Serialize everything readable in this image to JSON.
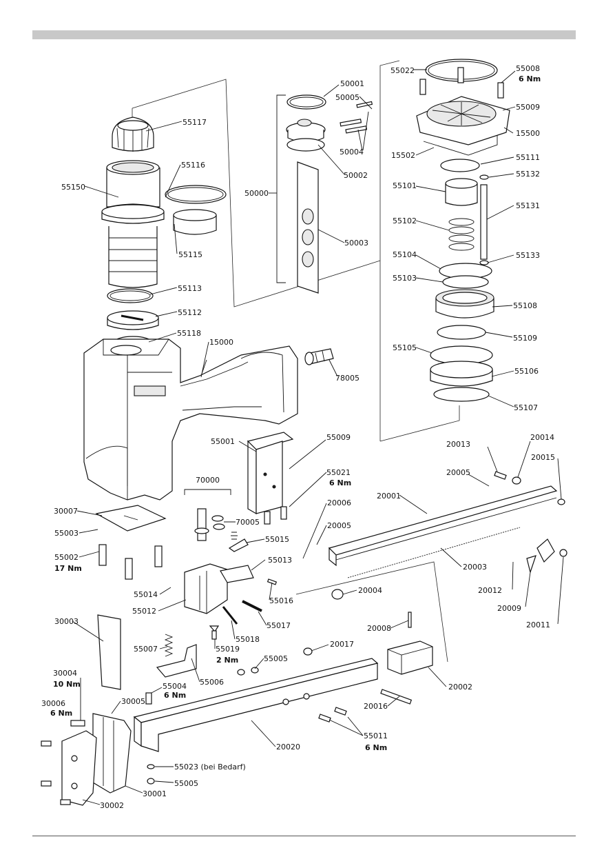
{
  "labels": {
    "p55117": "55117",
    "p55116": "55116",
    "p55150": "55150",
    "p55115": "55115",
    "p55113": "55113",
    "p55112": "55112",
    "p55118": "55118",
    "p15000": "15000",
    "p50001": "50001",
    "p50005": "50005",
    "p50004": "50004",
    "p50002": "50002",
    "p50000": "50000",
    "p50003": "50003",
    "p55022": "55022",
    "p55008": "55008",
    "t55008": "6 Nm",
    "p55009a": "55009",
    "p15500": "15500",
    "p15502": "15502",
    "p55111": "55111",
    "p55132": "55132",
    "p55101": "55101",
    "p55131": "55131",
    "p55102": "55102",
    "p55104": "55104",
    "p55133": "55133",
    "p55103": "55103",
    "p55108": "55108",
    "p55109": "55109",
    "p55105": "55105",
    "p55106": "55106",
    "p55107": "55107",
    "p78005": "78005",
    "p55001": "55001",
    "p55009b": "55009",
    "p55021": "55021",
    "t55021": "6 Nm",
    "p70000": "70000",
    "p70005": "70005",
    "p55015": "55015",
    "p55013": "55013",
    "p55014": "55014",
    "p55016": "55016",
    "p55012": "55012",
    "p55017": "55017",
    "p55018": "55018",
    "p55019": "55019",
    "t55019": "2 Nm",
    "p55007": "55007",
    "p55006": "55006",
    "p55005a": "55005",
    "p55004": "55004",
    "t55004": "6 Nm",
    "p30007": "30007",
    "p55003": "55003",
    "p55002": "55002",
    "t55002": "17 Nm",
    "p30003": "30003",
    "p30004": "30004",
    "t30004": "10 Nm",
    "p30006": "30006",
    "t30006": "6 Nm",
    "p30005": "30005",
    "p30002": "30002",
    "p30001": "30001",
    "p55023": "55023 (bei Bedarf)",
    "p55005b": "55005",
    "p20013": "20013",
    "p20014": "20014",
    "p20015": "20015",
    "p20005a": "20005",
    "p20001": "20001",
    "p20006": "20006",
    "p20005b": "20005",
    "p20003": "20003",
    "p20012": "20012",
    "p20004": "20004",
    "p20009": "20009",
    "p20011": "20011",
    "p20008": "20008",
    "p20017": "20017",
    "p20002": "20002",
    "p20016": "20016",
    "p55011": "55011",
    "t55011": "6 Nm",
    "p20020": "20020"
  },
  "colors": {
    "line": "#111111",
    "header_bar": "#c8c8c8",
    "part_fill": "#ffffff",
    "shade": "#e9e9e9"
  }
}
